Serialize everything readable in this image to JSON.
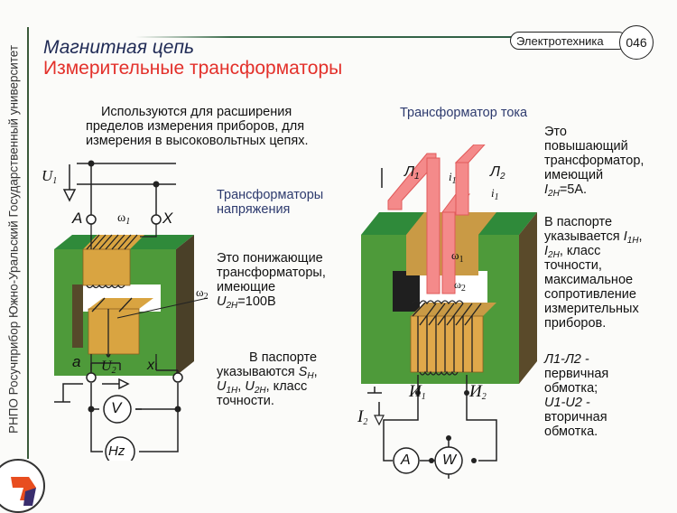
{
  "sidebar": {
    "vertical_text": "РНПО Росучприбор Южно-Уральский Государственный университет",
    "logo_icon": "publisher-logo"
  },
  "header": {
    "section_title": "Магнитная цепь",
    "page_title": "Измерительные трансформаторы",
    "subject_badge": "Электротехника",
    "page_number": "046"
  },
  "left": {
    "intro_lines": [
      "Используются для расширения",
      "пределов измерения приборов, для",
      "измерения в высоковольтных цепях."
    ],
    "heading_lines": [
      "Трансформаторы",
      "напряжения"
    ],
    "desc_lines": [
      "Это понижающие",
      "трансформаторы,",
      "имеющие"
    ],
    "desc_formula": {
      "var": "U",
      "sub": "2H",
      "value": "=100В"
    },
    "passport_lines": [
      "В паспорте",
      "указываются"
    ],
    "passport_params": {
      "s": "S",
      "s_sub": "H",
      "u1": "U",
      "u1_sub": "1H",
      "u2": "U",
      "u2_sub": "2H",
      "tail": ", класс",
      "end": "точности."
    },
    "diagram_labels": {
      "u1": "U",
      "u1_sub": "1",
      "A": "A",
      "X": "X",
      "w1": "ω",
      "w1_sub": "1",
      "w2": "ω",
      "w2_sub": "2",
      "a": "a",
      "x": "x",
      "u2": "U",
      "u2_sub": "2",
      "voltmeter": "V",
      "frequency_meter": "Hz"
    }
  },
  "right": {
    "heading": "Трансформатор тока",
    "desc_lines": [
      "Это",
      "повышающий",
      "трансформатор,",
      "имеющий"
    ],
    "desc_formula": {
      "var": "I",
      "sub": "2H",
      "value": "=5А."
    },
    "passport_lines": [
      "В паспорте",
      "указывается"
    ],
    "passport_params": {
      "i1": "I",
      "i1_sub": "1H",
      "i2": "I",
      "i2_sub": "2H",
      "tail": ", класс"
    },
    "passport_rest": [
      "точности,",
      "максимальное",
      "сопротивление",
      "измерительных",
      "приборов."
    ],
    "windings": {
      "primary_formula": "Л1-Л2 -",
      "primary_lines": [
        "первичная",
        "обмотка;"
      ],
      "secondary_formula": "U1-U2 -",
      "secondary_lines": [
        "вторичная",
        "обмотка."
      ]
    },
    "diagram_labels": {
      "L1": "Л",
      "L1_sub": "1",
      "L2": "Л",
      "L2_sub": "2",
      "i1": "i",
      "i1_sub": "1",
      "w1": "ω",
      "w1_sub": "1",
      "w2": "ω",
      "w2_sub": "2",
      "I1": "И",
      "I1_sub": "1",
      "I2": "И",
      "I2_sub": "2",
      "i2": "I",
      "i2_sub": "2",
      "ammeter": "A",
      "wattmeter": "W"
    }
  },
  "colors": {
    "title_red": "#e3312b",
    "title_navy": "#1f2a55",
    "core_green": "#4e9a3a",
    "core_dark": "#5a4a2a",
    "coil_gold": "#d9a441",
    "busbar_pink": "#f48a8a"
  }
}
